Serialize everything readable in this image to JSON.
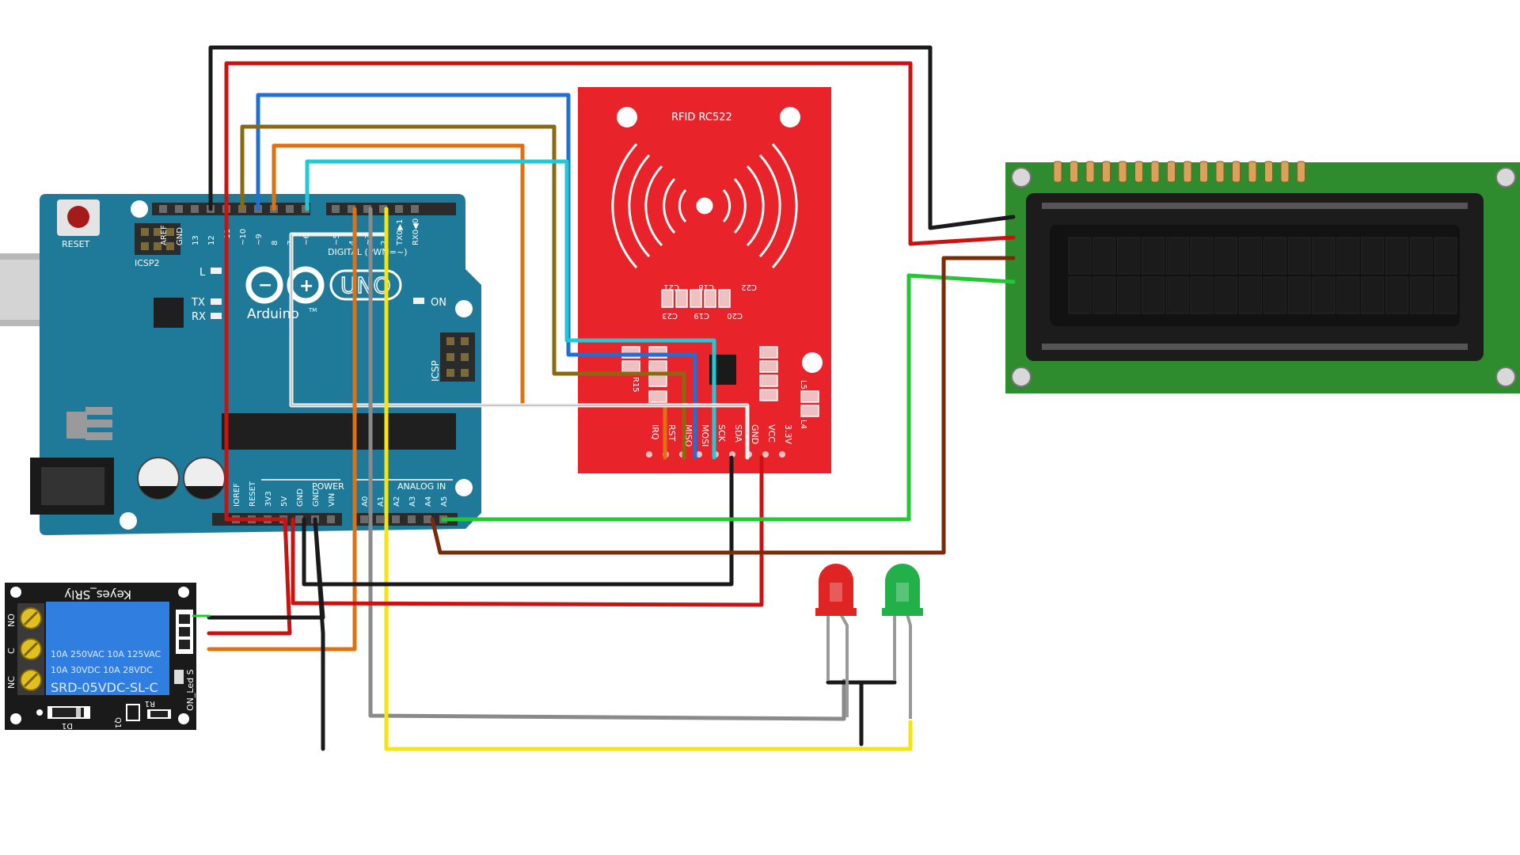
{
  "arduino": {
    "reset_label": "RESET",
    "icsp2_label": "ICSP2",
    "icsp_label": "ICSP",
    "brand": "Arduino",
    "trademark": "TM",
    "model": "UNO",
    "led_l": "L",
    "led_tx": "TX",
    "led_rx": "RX",
    "on_label": "ON",
    "digital_header": "DIGITAL (PWM=~)",
    "power_header": "POWER",
    "analog_header": "ANALOG IN",
    "top_pins": [
      "AREF",
      "GND",
      "13",
      "12",
      "~11",
      "~10",
      "~9",
      "8",
      "7",
      "~6",
      "~5",
      "4",
      "~3",
      "2",
      "TX0▶1",
      "RX0◀0"
    ],
    "bottom_pins": [
      "IOREF",
      "RESET",
      "3V3",
      "5V",
      "GND",
      "GND",
      "VIN",
      "A0",
      "A1",
      "A2",
      "A3",
      "A4",
      "A5"
    ]
  },
  "rfid": {
    "title": "RFID RC522",
    "components": [
      "C21",
      "C18",
      "C22",
      "C23",
      "C19",
      "C20",
      "R15",
      "L5",
      "L4"
    ],
    "pins": [
      "IRQ",
      "RST",
      "MISO",
      "MOSI",
      "SCK",
      "SDA",
      "GND",
      "VCC",
      "3.3V"
    ]
  },
  "relay": {
    "module_name": "Keyes_SRly",
    "rating_line1": "10A 250VAC  10A 125VAC",
    "rating_line2": "10A  30VDC  10A  28VDC",
    "model": "SRD-05VDC-SL-C",
    "terminals": [
      "NO",
      "C",
      "NC"
    ],
    "side_label": "ON_Led S",
    "parts": [
      "D1",
      "Q1",
      "R1"
    ]
  },
  "lcd": {
    "rows": 2,
    "cols": 16
  },
  "leds": [
    {
      "color_name": "red",
      "color": "#e02424"
    },
    {
      "color_name": "green",
      "color": "#22b04a"
    }
  ],
  "colors": {
    "arduino_board": "#1f7a9a",
    "rfid_board": "#e8232a",
    "lcd_pcb": "#2e8b2e",
    "relay_board": "#1a1a1a",
    "relay_coil": "#2f7ee0",
    "wire_black": "#1a1a1a",
    "wire_red": "#cc1111",
    "wire_blue": "#1f6fd6",
    "wire_olive": "#8a6a10",
    "wire_orange": "#e07010",
    "wire_cyan": "#20c8d8",
    "wire_white": "#f2f2f2",
    "wire_gray": "#8a8a8a",
    "wire_yellow": "#f5e50a",
    "wire_green": "#22c832",
    "wire_brown": "#7a2c0a"
  }
}
